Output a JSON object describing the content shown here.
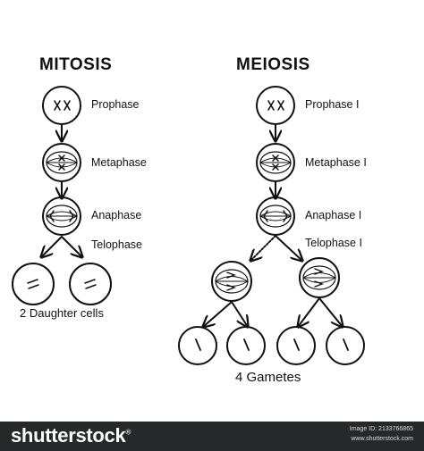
{
  "titles": {
    "mitosis": "MITOSIS",
    "meiosis": "MEIOSIS"
  },
  "mitosis_stages": {
    "prophase": "Prophase",
    "metaphase": "Metaphase",
    "anaphase": "Anaphase",
    "telophase": "Telophase"
  },
  "mitosis_result": "2 Daughter cells",
  "meiosis_stages": {
    "prophase": "Prophase I",
    "metaphase": "Metaphase I",
    "anaphase": "Anaphase I",
    "telophase": "Telophase I"
  },
  "meiosis_result": "4 Gametes",
  "footer": {
    "logo": "shutterstock",
    "logo_mark": "®",
    "image_id": "Image ID: 2133766865",
    "site": "www.shutterstock.com"
  },
  "colors": {
    "footer_bg": "#26282a",
    "ink": "#111111"
  }
}
